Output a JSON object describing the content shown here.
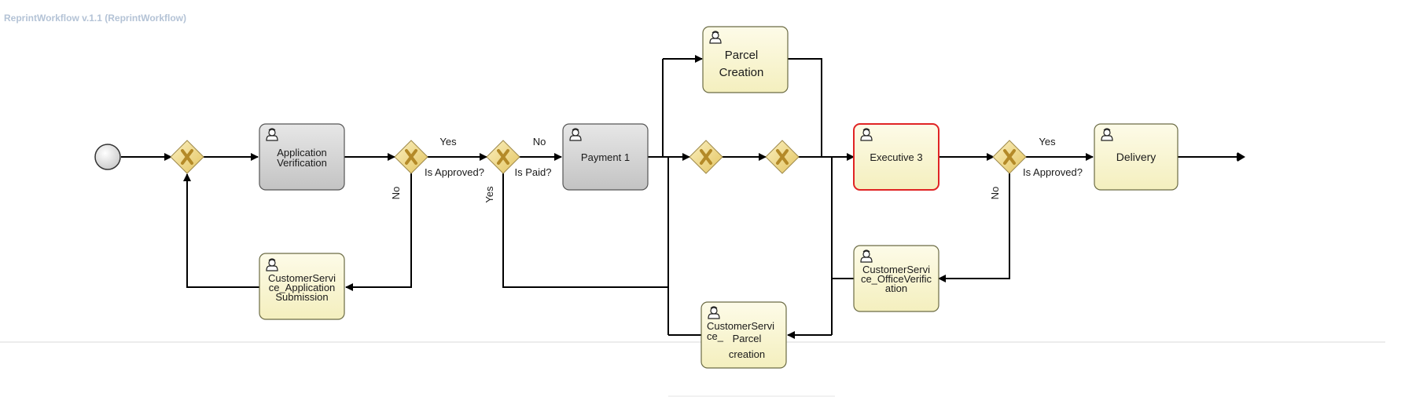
{
  "header": {
    "title": "ReprintWorkflow v.1.1 (ReprintWorkflow)"
  },
  "tasks": {
    "application_verification": [
      "Application",
      "Verification"
    ],
    "cs_application_submission": [
      "CustomerServi",
      "ce_Application",
      "Submission"
    ],
    "payment": [
      "Payment 1"
    ],
    "parcel_creation": [
      "Parcel",
      "Creation"
    ],
    "cs_parcel_creation_a": [
      "CustomerServi",
      "ce_"
    ],
    "cs_parcel_creation_b": [
      "Parcel",
      "creation"
    ],
    "executive": [
      "Executive 3"
    ],
    "cs_office_verification": [
      "CustomerServi",
      "ce_OfficeVerific",
      "ation"
    ],
    "delivery": [
      "Delivery"
    ]
  },
  "gateways": {
    "g_approved_1": "Is Approved?",
    "g_paid": "Is Paid?",
    "g_approved_2": "Is Approved?"
  },
  "flows": {
    "yes_1": "Yes",
    "no_1": "No",
    "no_2": "No",
    "yes_2": "Yes",
    "yes_3": "Yes",
    "no_3": "No"
  },
  "colors": {
    "task_fill": "#fbf8d8",
    "task_stroke": "#6b6b44",
    "grey_task_fill": "#cdcdcd",
    "highlight_stroke": "#e02424",
    "gateway_fill": "#f1d77b",
    "gateway_mark": "#c8a030",
    "edge": "#000000"
  }
}
